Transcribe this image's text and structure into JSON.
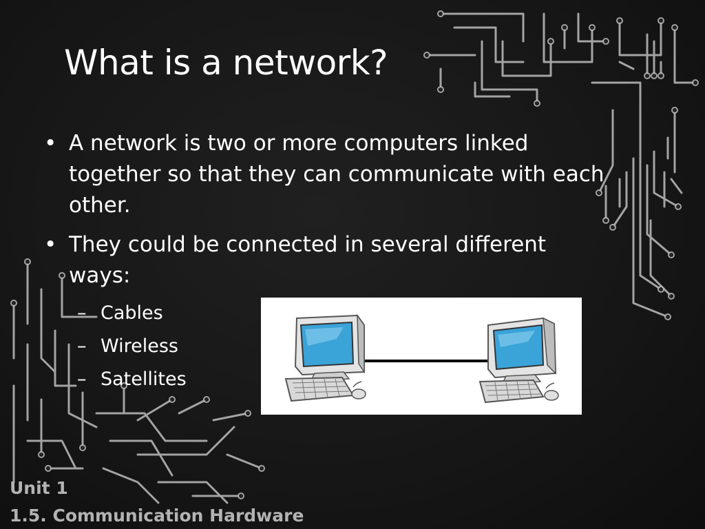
{
  "slide": {
    "title": "What is a network?",
    "bullets": [
      {
        "marker": "•",
        "text": "A network is two or more computers linked together so that they can communicate with each other."
      },
      {
        "marker": "•",
        "text": "They could be connected in several different ways:"
      }
    ],
    "sub_bullets": [
      {
        "marker": "–",
        "text": "Cables"
      },
      {
        "marker": "–",
        "text": "Wireless"
      },
      {
        "marker": "–",
        "text": "Satellites"
      }
    ],
    "footer": {
      "unit": "Unit 1",
      "topic": "1.5. Communication Hardware"
    }
  },
  "illustration": {
    "icon": "two-computers-connected-by-cable",
    "screen_color": "#3aa3d8",
    "case_color": "#d9d9d9",
    "cable_color": "#000000"
  },
  "colors": {
    "background": "#161616",
    "text": "#ffffff",
    "footer_text": "#b3b3b3",
    "circuit_lines": "#c8c8c8"
  }
}
